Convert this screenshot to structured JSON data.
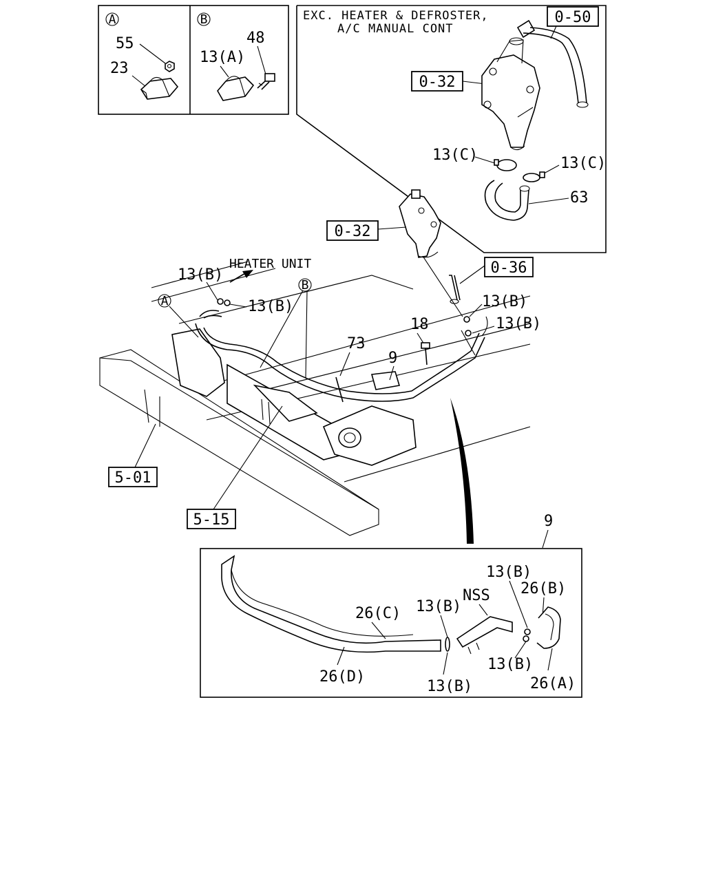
{
  "inset_a": {
    "marker": "A",
    "parts": [
      "55",
      "23"
    ]
  },
  "inset_b": {
    "marker": "B",
    "parts": [
      "48",
      "13(A)"
    ]
  },
  "inset_top": {
    "header_line1": "EXC. HEATER & DEFROSTER,",
    "header_line2": "A/C MANUAL CONT",
    "refs": [
      "0-50",
      "0-32"
    ],
    "parts": [
      "13(C)",
      "13(C)",
      "63"
    ]
  },
  "main": {
    "heater_unit": "HEATER UNIT",
    "refs": [
      "0-32",
      "0-36",
      "5-01",
      "5-15"
    ],
    "markers": [
      "A",
      "B"
    ],
    "parts": [
      "13(B)",
      "13(B)",
      "13(B)",
      "13(B)",
      "18",
      "73",
      "9"
    ]
  },
  "detail": {
    "title": "9",
    "parts": [
      "13(B)",
      "26(B)",
      "NSS",
      "26(C)",
      "13(B)",
      "26(D)",
      "13(B)",
      "13(B)",
      "26(A)"
    ]
  }
}
